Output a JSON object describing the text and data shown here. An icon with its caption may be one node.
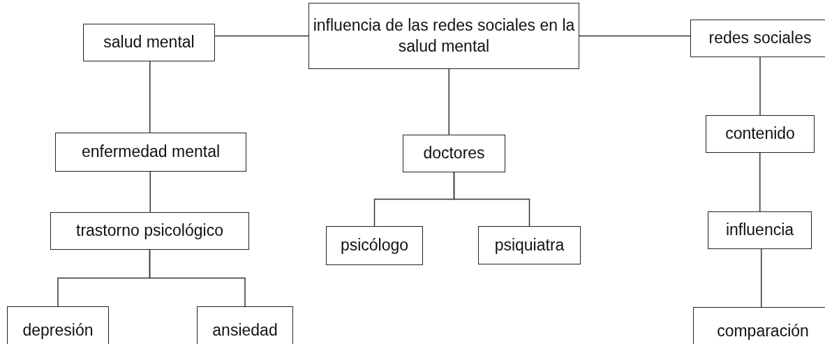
{
  "diagram": {
    "nodes": [
      {
        "text": [
          "influencia de las redes sociales en la salud mental"
        ]
      },
      {
        "text": [
          "salud mental"
        ]
      },
      {
        "text": [
          "redes sociales"
        ]
      },
      {
        "text": [
          "enfermedad mental"
        ]
      },
      {
        "text": [
          "doctores"
        ]
      },
      {
        "text": [
          "contenido"
        ]
      },
      {
        "text": [
          "trastorno psicológico"
        ]
      },
      {
        "text": [
          "psicólogo"
        ]
      },
      {
        "text": [
          "psiquiatra"
        ]
      },
      {
        "text": [
          "influencia"
        ]
      },
      {
        "text": [
          "depresión"
        ]
      },
      {
        "text": [
          "ansiedad"
        ]
      },
      {
        "text": [
          "comparación"
        ]
      }
    ],
    "edges": [
      {
        "from": 1,
        "to": 0,
        "arrow": "none"
      },
      {
        "from": 0,
        "to": 2,
        "arrow": "none"
      },
      {
        "from": 1,
        "to": 3,
        "arrow": "none"
      },
      {
        "from": 0,
        "to": 4,
        "arrow": "none"
      },
      {
        "from": 2,
        "to": 5,
        "arrow": "none"
      },
      {
        "from": 3,
        "to": 6,
        "arrow": "none"
      },
      {
        "from": 4,
        "to": 7,
        "arrow": "none"
      },
      {
        "from": 4,
        "to": 8,
        "arrow": "none"
      },
      {
        "from": 5,
        "to": 9,
        "arrow": "none"
      },
      {
        "from": 6,
        "to": 10,
        "arrow": "none"
      },
      {
        "from": 6,
        "to": 11,
        "arrow": "none"
      },
      {
        "from": 9,
        "to": 12,
        "arrow": "none"
      }
    ]
  }
}
